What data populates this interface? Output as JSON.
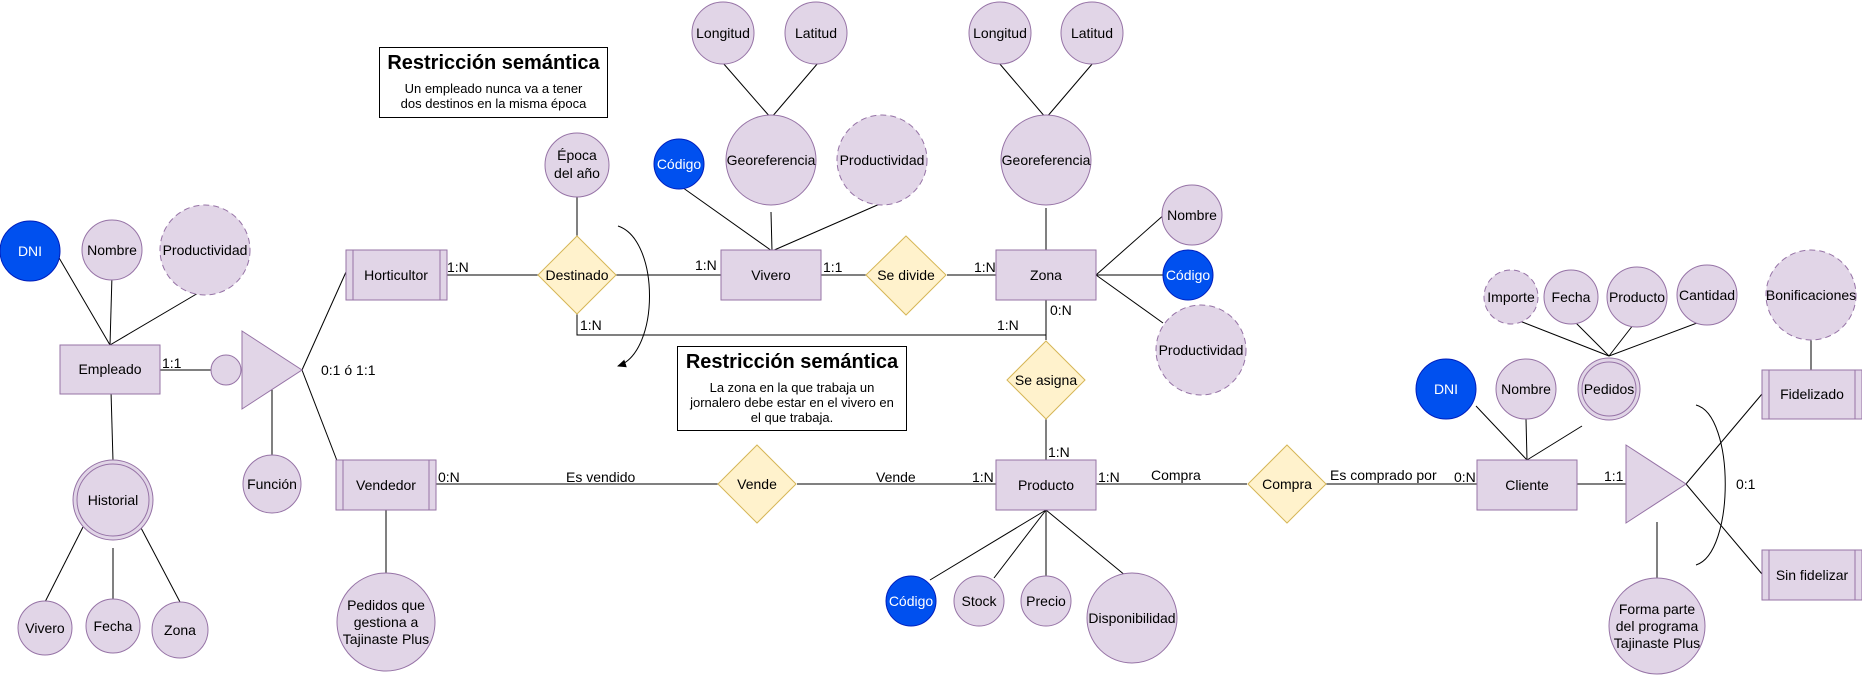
{
  "colors": {
    "fill": "#e1d5e7",
    "stroke": "#9673a6",
    "key_fill": "#0050ef",
    "key_stroke": "#001dbc",
    "rel_fill": "#fff2cc",
    "rel_stroke": "#d6b656",
    "line": "#000000"
  },
  "entities": {
    "empleado": "Empleado",
    "horticultor": "Horticultor",
    "vendedor": "Vendedor",
    "vivero": "Vivero",
    "zona": "Zona",
    "producto": "Producto",
    "cliente": "Cliente",
    "fidelizado": "Fidelizado",
    "sin_fidelizar": "Sin fidelizar"
  },
  "relationships": {
    "destinado": "Destinado",
    "se_divide": "Se divide",
    "se_asigna": "Se asigna",
    "vende": "Vende",
    "compra": "Compra"
  },
  "attributes": {
    "emp_dni": "DNI",
    "emp_nombre": "Nombre",
    "emp_productividad": "Productividad",
    "historial": "Historial",
    "hist_vivero": "Vivero",
    "hist_fecha": "Fecha",
    "hist_zona": "Zona",
    "funcion": "Función",
    "epoca": [
      "Época",
      "del año"
    ],
    "vendedor_pedidos": [
      "Pedidos que",
      "gestiona a",
      "Tajinaste Plus"
    ],
    "viv_codigo": "Código",
    "viv_georef": "Georeferencia",
    "viv_productividad": "Productividad",
    "viv_longitud": "Longitud",
    "viv_latitud": "Latitud",
    "zona_georef": "Georeferencia",
    "zona_longitud": "Longitud",
    "zona_latitud": "Latitud",
    "zona_nombre": "Nombre",
    "zona_codigo": "Código",
    "zona_productividad": "Productividad",
    "prod_codigo": "Código",
    "prod_stock": "Stock",
    "prod_precio": "Precio",
    "prod_disponibilidad": "Disponibilidad",
    "cli_dni": "DNI",
    "cli_nombre": "Nombre",
    "cli_pedidos": "Pedidos",
    "ped_importe": "Importe",
    "ped_fecha": "Fecha",
    "ped_producto": "Producto",
    "ped_cantidad": "Cantidad",
    "bonificaciones": "Bonificaciones",
    "forma_parte": [
      "Forma parte",
      "del programa",
      "Tajinaste Plus"
    ]
  },
  "labels": {
    "emp_isa": "1:1",
    "emp_isa_card": "0:1 ó 1:1",
    "hort_dest": "1:N",
    "viv_dest": "1:N",
    "viv_div": "1:1",
    "zona_div": "1:N",
    "dest_zona_a": "1:N",
    "dest_zona_b": "1:N",
    "zona_asigna": "0:N",
    "prod_asigna": "1:N",
    "vend_card": "0:N",
    "es_vendido": "Es vendido",
    "vende_lbl": "Vende",
    "prod_vende": "1:N",
    "prod_compra": "1:N",
    "compra_lbl": "Compra",
    "es_comprado": "Es comprado por",
    "cli_card": "0:N",
    "cli_isa": "1:1",
    "cli_isa_card": "0:1"
  },
  "notes": {
    "n1": {
      "title": "Restricción semántica",
      "body": [
        "Un empleado nunca va a tener",
        "dos destinos en la misma época"
      ]
    },
    "n2": {
      "title": "Restricción semántica",
      "body": [
        "La zona en la que trabaja un",
        "jornalero debe estar en el vivero en",
        "el que trabaja."
      ]
    }
  }
}
